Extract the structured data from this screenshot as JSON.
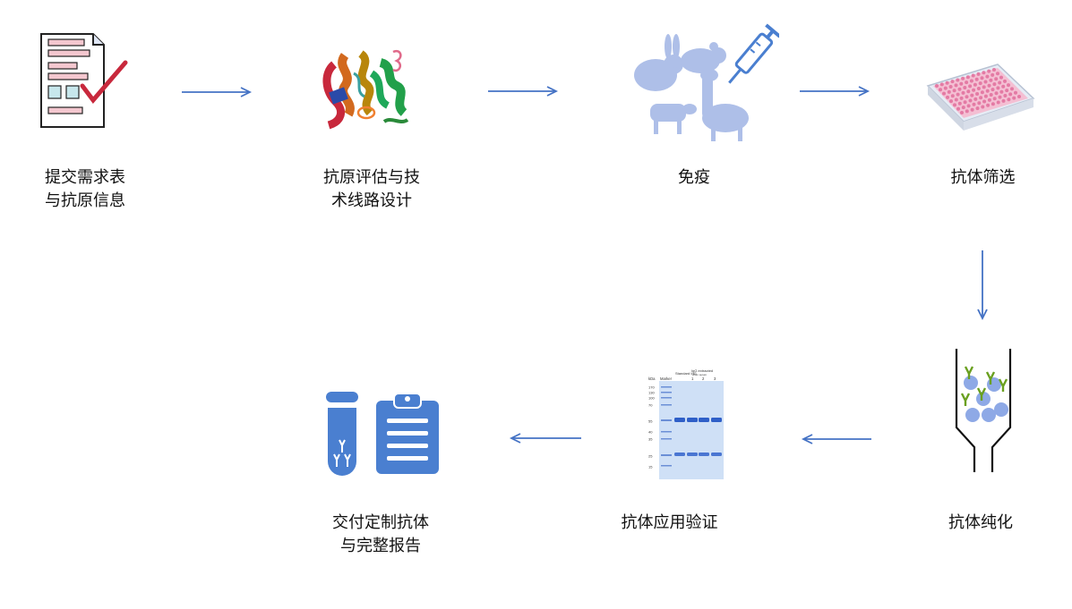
{
  "steps": [
    {
      "label": "提交需求表\n与抗原信息",
      "icon": "form-checklist-icon"
    },
    {
      "label": "抗原评估与技\n术线路设计",
      "icon": "protein-structure-icon"
    },
    {
      "label": "免疫",
      "icon": "animal-immunization-icon"
    },
    {
      "label": "抗体筛选",
      "icon": "microplate-icon"
    },
    {
      "label": "抗体纯化",
      "icon": "purification-column-icon"
    },
    {
      "label": "抗体应用验证",
      "icon": "sds-page-gel-icon"
    },
    {
      "label": "交付定制抗体\n与完整报告",
      "icon": "delivery-tube-report-icon"
    }
  ],
  "gel": {
    "units": "kDa",
    "marker_label": "Marker",
    "standard_label": "Standard IgG",
    "extracted_label": "IgG extracted",
    "extracted_sub": "from serum",
    "lanes": [
      "1",
      "2",
      "3"
    ],
    "mw": [
      "170",
      "130",
      "100",
      "70",
      "55",
      "40",
      "35",
      "25",
      "15"
    ]
  },
  "colors": {
    "arrow": "#4472c4",
    "icon_blue": "#4a7fd0",
    "animal": "#aebfe8"
  }
}
